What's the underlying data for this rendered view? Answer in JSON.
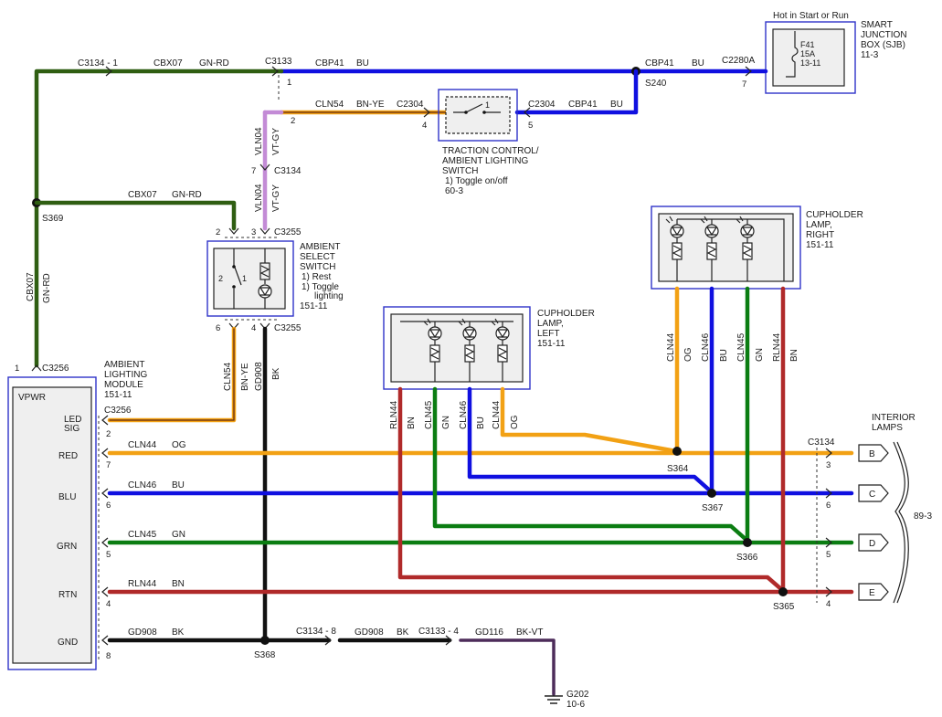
{
  "power": {
    "hot_label": "Hot in Start or Run",
    "sjb": {
      "title": [
        "SMART",
        "JUNCTION",
        "BOX (SJB)",
        "11-3"
      ],
      "fuse": [
        "F41",
        "15A",
        "13-11"
      ],
      "pin": "7",
      "connector": "C2280A"
    }
  },
  "connectors": {
    "c3134_top": "C3134 - 1",
    "c3133_top": "C3133",
    "c3133_pin": "1",
    "c2304_left": "C2304",
    "c2304_left_pin": "4",
    "c2304_right": "C2304",
    "c2304_right_pin": "5",
    "c3134_mid": "C3134",
    "c3134_mid_pin": "7",
    "c3255_top": "C3255",
    "c3255_top_pin_a": "2",
    "c3255_top_pin_b": "3",
    "c3255_bot": "C3255",
    "c3255_bot_pin_a": "6",
    "c3255_bot_pin_b": "4",
    "c3256_top": "C3256",
    "c3256_top_pin": "1",
    "c3256_led": "C3256",
    "c3134_right": "C3134",
    "c3134_gnd": "C3134 - 8",
    "c3133_gnd": "C3133 - 4",
    "pin_2_cln54": "2"
  },
  "splices": {
    "s240": "S240",
    "s369": "S369",
    "s364": "S364",
    "s367": "S367",
    "s366": "S366",
    "s365": "S365",
    "s368": "S368"
  },
  "wires": {
    "cbx07_top": "CBX07",
    "gnrd_top": "GN-RD",
    "cbp41_a": "CBP41",
    "bu_a": "BU",
    "cbp41_b": "CBP41",
    "bu_b": "BU",
    "cbp41_c": "CBP41",
    "bu_c": "BU",
    "cln54_top": "CLN54",
    "bnye_top": "BN-YE",
    "cbx07_mid": "CBX07",
    "gnrd_mid": "GN-RD",
    "cbx07_vert": "CBX07",
    "gnrd_vert": "GN-RD",
    "vln04_a": "VLN04",
    "vtgy_a": "VT-GY",
    "vln04_b": "VLN04",
    "vtgy_b": "VT-GY",
    "cln54_vert": "CLN54",
    "bnye_vert": "BN-YE",
    "gd908_vert": "GD908",
    "bk_vert": "BK",
    "cln44_h": "CLN44",
    "og_h": "OG",
    "cln46_h": "CLN46",
    "bu_h": "BU",
    "cln45_h": "CLN45",
    "gn_h": "GN",
    "rln44_h": "RLN44",
    "bn_h": "BN",
    "gd908_h": "GD908",
    "bk_h": "BK",
    "gd908_h2": "GD908",
    "bk_h2": "BK",
    "gd116": "GD116",
    "bkvt": "BK-VT",
    "left_rln44": "RLN44",
    "left_bn": "BN",
    "left_cln45": "CLN45",
    "left_gn": "GN",
    "left_cln46": "CLN46",
    "left_bu": "BU",
    "left_cln44": "CLN44",
    "left_og": "OG",
    "right_cln44": "CLN44",
    "right_og": "OG",
    "right_cln46": "CLN46",
    "right_bu": "BU",
    "right_cln45": "CLN45",
    "right_gn": "GN",
    "right_rln44": "RLN44",
    "right_bn": "BN"
  },
  "components": {
    "traction": {
      "title": [
        "TRACTION CONTROL/",
        "AMBIENT LIGHTING",
        "SWITCH"
      ],
      "note": "1) Toggle on/off",
      "ref": "60-3",
      "pin1": "1"
    },
    "ambient_select": {
      "title": [
        "AMBIENT",
        "SELECT",
        "SWITCH"
      ],
      "note1": "1) Rest",
      "note2": "1) Toggle",
      "note3": "lighting",
      "ref": "151-11",
      "pin2": "2",
      "pin1": "1"
    },
    "module": {
      "title": [
        "AMBIENT",
        "LIGHTING",
        "MODULE",
        "151-11"
      ],
      "vpwr": "VPWR",
      "led": "LED",
      "sig": "SIG",
      "red": "RED",
      "blu": "BLU",
      "grn": "GRN",
      "rtn": "RTN",
      "gnd": "GND",
      "pins": [
        "2",
        "7",
        "6",
        "5",
        "4",
        "8"
      ]
    },
    "cupholder_left": {
      "title": [
        "CUPHOLDER",
        "LAMP,",
        "LEFT",
        "151-11"
      ]
    },
    "cupholder_right": {
      "title": [
        "CUPHOLDER",
        "LAMP,",
        "RIGHT",
        "151-11"
      ]
    },
    "interior": {
      "title": [
        "INTERIOR",
        "LAMPS"
      ],
      "ref": "89-3",
      "letters": [
        "B",
        "C",
        "D",
        "E"
      ],
      "pins": [
        "3",
        "6",
        "5",
        "4"
      ]
    },
    "ground": {
      "name": "G202",
      "ref": "10-6"
    }
  },
  "colors": {
    "black": "#111111",
    "blue": "#1010e0",
    "green": "#0b7d12",
    "green_red": "#2f5e12",
    "orange": "#f2a114",
    "brown": "#b02a2a",
    "violet": "#c38bd6",
    "frame": "#2f33c9"
  }
}
